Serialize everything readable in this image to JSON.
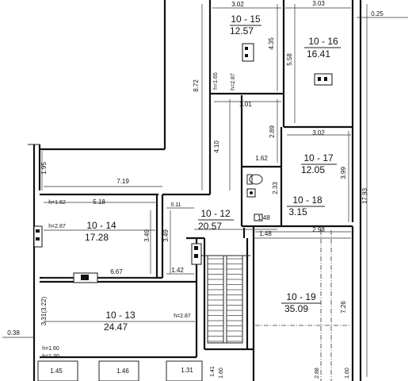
{
  "rooms": {
    "r15": {
      "id": "10 - 15",
      "area": "12.57"
    },
    "r16": {
      "id": "10 - 16",
      "area": "16.41"
    },
    "r17": {
      "id": "10 - 17",
      "area": "12.05"
    },
    "r18": {
      "id": "10 - 18",
      "area": "3.15"
    },
    "r12": {
      "id": "10 - 12",
      "area": "20.57"
    },
    "r14": {
      "id": "10 - 14",
      "area": "17.28"
    },
    "r13": {
      "id": "10 - 13",
      "area": "24.47"
    },
    "r19": {
      "id": "10 - 19",
      "area": "35.09"
    }
  },
  "dims": {
    "d302": "3.02",
    "d303": "3.03",
    "d025": "0.25",
    "d435": "4.35",
    "d558": "5.58",
    "d872": "8.72",
    "d165": "h=1.65",
    "d287a": "h=2.87",
    "d301": "3.01",
    "d289": "2.89",
    "d302b": "3.02",
    "d410": "4.10",
    "d162": "1.62",
    "d399": "3.99",
    "d1793": "17.93",
    "d195": "1.95",
    "d719": "7.19",
    "d233": "2.33",
    "d162h": "h=1.62",
    "d518": "5.18",
    "d011": "0.11",
    "d148a": "1.48",
    "d287b": "h=2.87",
    "d349a": "3.49",
    "d349b": "3.49",
    "d148b": "1.48",
    "d298": "2.98",
    "d667": "6.67",
    "d142": "1.42",
    "d726": "7.26",
    "d332": "3.31(3.22)",
    "d287c": "h=2.87",
    "d038": "0.38",
    "d160h": "h=1.60",
    "d130h": "h=1.30",
    "d145": "1.45",
    "d146": "1.46",
    "d131": "1.31",
    "d288": "2.88",
    "d160": "1.60",
    "d160b": "1.60",
    "d141": "1.41"
  }
}
